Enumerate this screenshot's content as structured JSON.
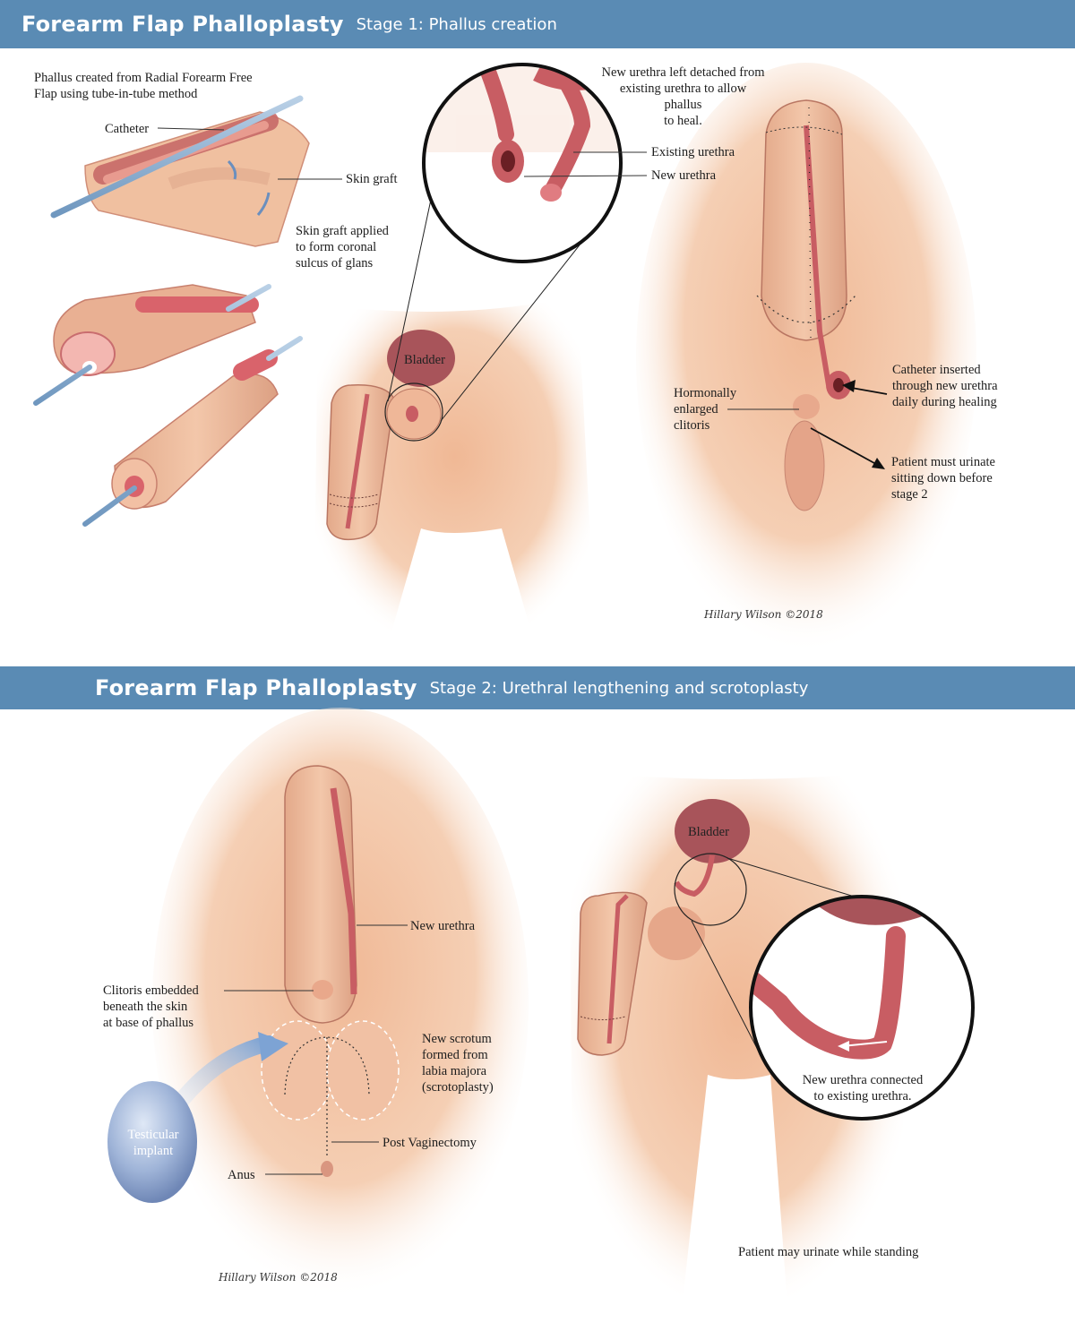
{
  "stage1": {
    "title": "Forearm Flap Phalloplasty",
    "subtitle": "Stage 1: Phallus creation",
    "labels": {
      "method": "Phallus created from Radial Forearm Free\nFlap using tube-in-tube method",
      "catheter": "Catheter",
      "skin_graft": "Skin graft",
      "skin_graft_applied": "Skin graft applied\nto form coronal\nsulcus of glans",
      "new_urethra_detached": "New urethra left detached from\nexisting  urethra to allow\nphallus\nto heal.",
      "existing_urethra": "Existing urethra",
      "new_urethra": "New urethra",
      "bladder": "Bladder",
      "catheter_inserted": "Catheter inserted\nthrough new urethra\ndaily during healing",
      "clitoris_enlarged": "Hormonally\nenlarged\nclitoris",
      "urinate_sitting": "Patient must urinate\nsitting down before\nstage 2"
    },
    "signature": "Hillary Wilson\n©2018"
  },
  "stage2": {
    "title": "Forearm Flap Phalloplasty",
    "subtitle": "Stage 2: Urethral lengthening and scrotoplasty",
    "labels": {
      "new_urethra": "New urethra",
      "clitoris_embedded": "Clitoris embedded\nbeneath the skin\nat base of phallus",
      "new_scrotum": "New scrotum\nformed from\nlabia majora\n(scrotoplasty)",
      "post_vaginectomy": "Post Vaginectomy",
      "anus": "Anus",
      "testicular_implant": "Testicular\nimplant",
      "bladder": "Bladder",
      "urethra_connected": "New urethra connected\nto existing urethra.",
      "urinate_standing": "Patient may urinate while standing"
    },
    "signature": "Hillary Wilson\n©2018"
  },
  "colors": {
    "banner": "#5a8bb4",
    "skin": "#f2c3a3",
    "urethra": "#c85d63",
    "catheter": "#7fa8cc",
    "bladder": "#a8545a"
  }
}
